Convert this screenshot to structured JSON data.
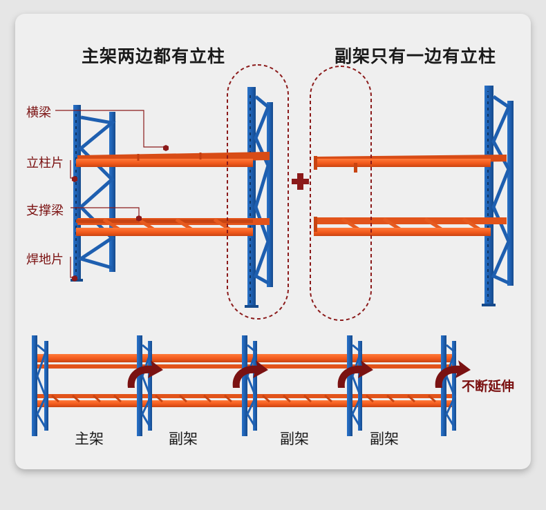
{
  "headings": {
    "main_frame": "主架两边都有立柱",
    "sub_frame": "副架只有一边有立柱"
  },
  "part_labels": {
    "beam": "横梁",
    "upright": "立柱片",
    "support_beam": "支撑梁",
    "base_plate": "焊地片"
  },
  "bottom_labels": [
    "主架",
    "副架",
    "副架",
    "副架"
  ],
  "extend_label": "不断延伸",
  "colors": {
    "upright_blue": "#1e5fb0",
    "beam_orange": "#f25a1c",
    "callout_red": "#7a1010",
    "arrow_dark_red": "#7a1212"
  }
}
